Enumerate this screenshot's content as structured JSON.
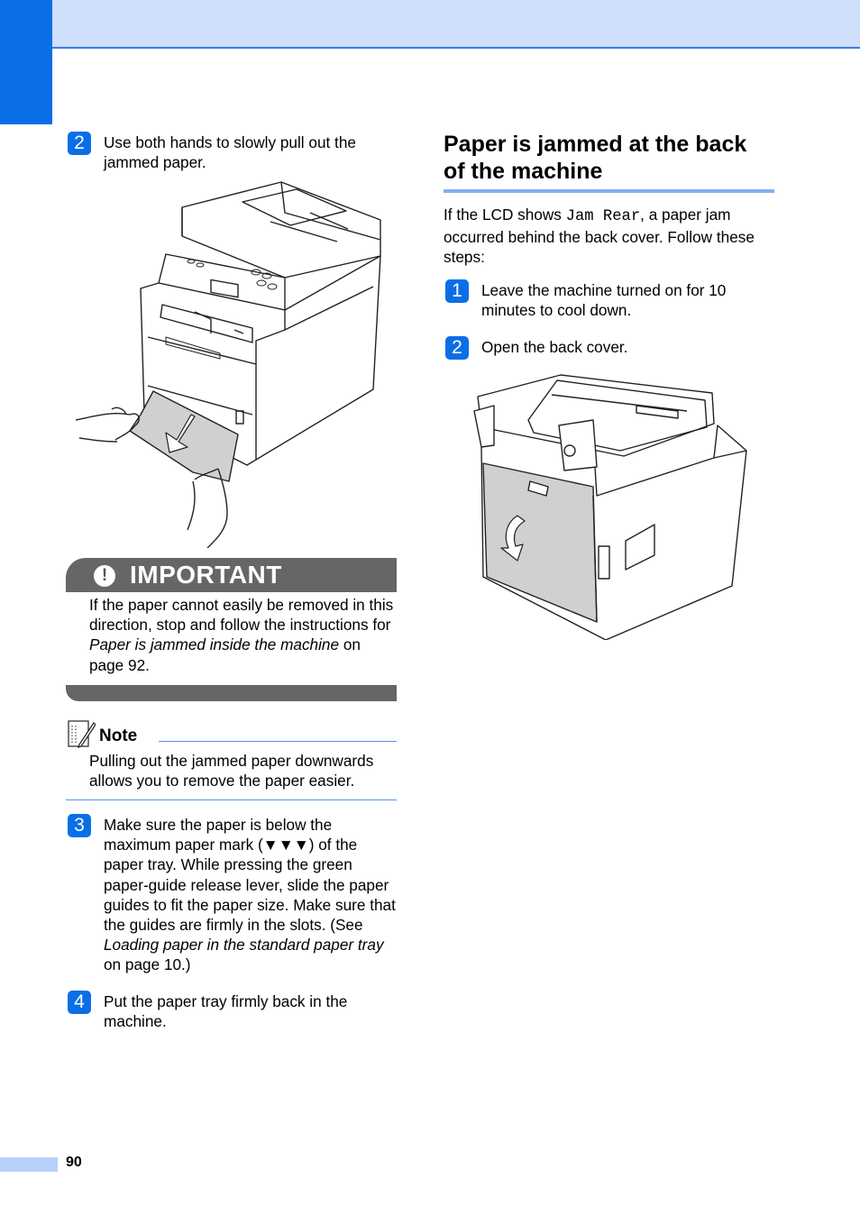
{
  "page": {
    "number": "90"
  },
  "left": {
    "step2": {
      "num": "2",
      "text": "Use both hands to slowly pull out the jammed paper."
    },
    "important": {
      "title": "IMPORTANT",
      "icon_glyph": "!",
      "text_before": "If the paper cannot easily be removed in this direction, stop and follow the instructions for ",
      "link": "Paper is jammed inside the machine",
      "text_after": " on page 92."
    },
    "note": {
      "title": "Note",
      "text": "Pulling out the jammed paper downwards allows you to remove the paper easier."
    },
    "step3": {
      "num": "3",
      "text_before": "Make sure the paper is below the maximum paper mark (▼▼▼) of the paper tray. While pressing the green paper-guide release lever, slide the paper guides to fit the paper size. Make sure that the guides are firmly in the slots. (See ",
      "link": "Loading paper in the standard paper tray",
      "text_after": " on page 10.)"
    },
    "step4": {
      "num": "4",
      "text": "Put the paper tray firmly back in the machine."
    }
  },
  "right": {
    "heading": "Paper is jammed at the back of the machine",
    "intro_before": "If the LCD shows ",
    "intro_code": "Jam Rear",
    "intro_after": ", a paper jam occurred behind the back cover. Follow these steps:",
    "step1": {
      "num": "1",
      "text": "Leave the machine turned on for 10 minutes to cool down."
    },
    "step2": {
      "num": "2",
      "text": "Open the back cover."
    }
  },
  "colors": {
    "accent": "#0a6fe6",
    "band": "#cfdffc",
    "important_bar": "#666666"
  }
}
